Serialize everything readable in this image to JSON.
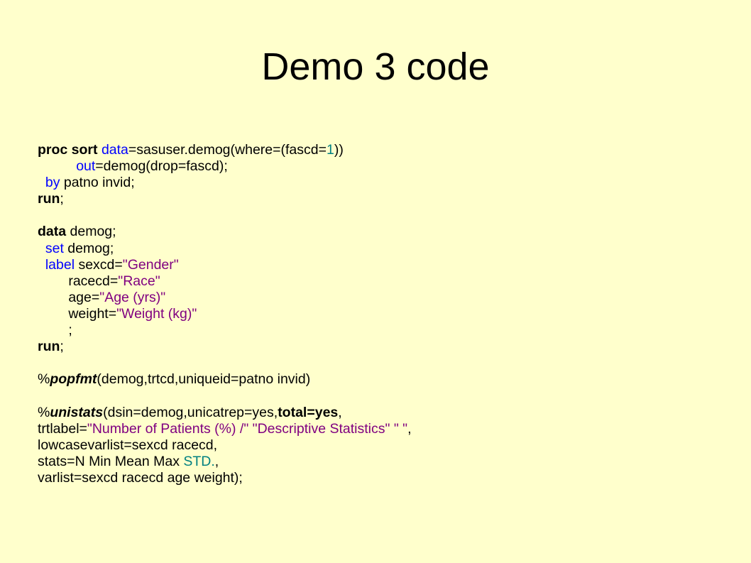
{
  "slide": {
    "title": "Demo 3 code",
    "lines": [
      [
        {
          "t": "proc sort",
          "c": "kw"
        },
        {
          "t": " "
        },
        {
          "t": "data",
          "c": "bl"
        },
        {
          "t": "=sasuser.demog(where=(fascd="
        },
        {
          "t": "1",
          "c": "tl"
        },
        {
          "t": "))"
        }
      ],
      [
        {
          "t": "          "
        },
        {
          "t": "out",
          "c": "bl"
        },
        {
          "t": "=demog(drop=fascd);"
        }
      ],
      [
        {
          "t": "  "
        },
        {
          "t": "by",
          "c": "bl"
        },
        {
          "t": " patno invid;"
        }
      ],
      [
        {
          "t": "run",
          "c": "kw"
        },
        {
          "t": ";"
        }
      ],
      [],
      [
        {
          "t": "data",
          "c": "kw"
        },
        {
          "t": " demog;"
        }
      ],
      [
        {
          "t": "  "
        },
        {
          "t": "set",
          "c": "bl"
        },
        {
          "t": " demog;"
        }
      ],
      [
        {
          "t": "  "
        },
        {
          "t": "label",
          "c": "bl"
        },
        {
          "t": " sexcd="
        },
        {
          "t": "\"Gender\"",
          "c": "pu"
        }
      ],
      [
        {
          "t": "        racecd="
        },
        {
          "t": "\"Race\"",
          "c": "pu"
        }
      ],
      [
        {
          "t": "        age="
        },
        {
          "t": "\"Age (yrs)\"",
          "c": "pu"
        }
      ],
      [
        {
          "t": "        weight="
        },
        {
          "t": "\"Weight (kg)\"",
          "c": "pu"
        }
      ],
      [
        {
          "t": "        ;"
        }
      ],
      [
        {
          "t": "run",
          "c": "kw"
        },
        {
          "t": ";"
        }
      ],
      [],
      [
        {
          "t": "%"
        },
        {
          "t": "popfmt",
          "c": "mac"
        },
        {
          "t": "(demog,trtcd,uniqueid=patno invid)"
        }
      ],
      [],
      [
        {
          "t": "%"
        },
        {
          "t": "unistats",
          "c": "mac"
        },
        {
          "t": "(dsin=demog,unicatrep=yes,"
        },
        {
          "t": "total=yes",
          "c": "kw"
        },
        {
          "t": ","
        }
      ],
      [
        {
          "t": "trtlabel="
        },
        {
          "t": "\"Number of Patients (%) /\" \"Descriptive Statistics\" \" \"",
          "c": "pu"
        },
        {
          "t": ","
        }
      ],
      [
        {
          "t": "lowcasevarlist=sexcd racecd,"
        }
      ],
      [
        {
          "t": "stats=N Min Mean Max "
        },
        {
          "t": "STD.",
          "c": "tl"
        },
        {
          "t": ","
        }
      ],
      [
        {
          "t": "varlist=sexcd racecd age weight);"
        }
      ]
    ]
  }
}
